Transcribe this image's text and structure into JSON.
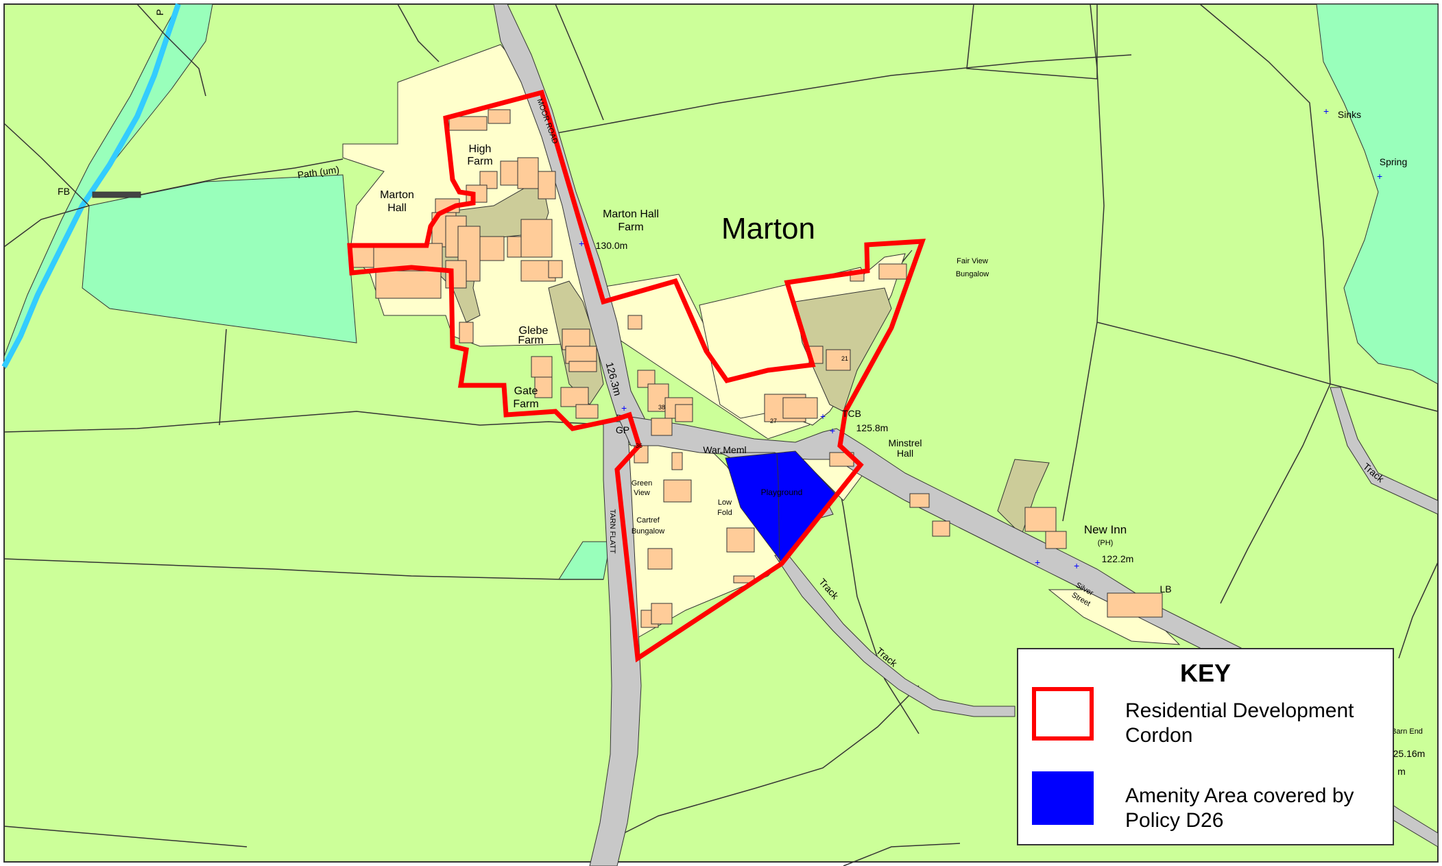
{
  "map": {
    "village_name": "Marton",
    "colors": {
      "field": "#ccff99",
      "woodland": "#99ffbb",
      "property": "#ffffcc",
      "building": "#ffcc99",
      "road": "#c8c8c8",
      "yard": "#cccc99",
      "river": "#33ccff",
      "cordon": "#ff0000",
      "amenity": "#0000ff"
    },
    "labels": {
      "high_farm": "High Farm",
      "marton_hall": "Marton Hall",
      "marton_hall_farm": "Marton Hall Farm",
      "glebe_farm": "Glebe Farm",
      "gate_farm": "Gate Farm",
      "fair_view_bungalow": "Fair View Bungalow",
      "minstrel_hall": "Minstrel Hall",
      "new_inn": "New Inn",
      "ph": "(PH)",
      "green_view": "Green View",
      "low_fold": "Low Fold",
      "cartref_bungalow": "Cartref Bungalow",
      "playground": "Playground",
      "war_meml": "War Meml",
      "tcb": "TCB",
      "gp": "GP",
      "lb": "LB",
      "fb": "FB",
      "path_um": "Path (um)",
      "moor_road": "MOOR ROAD",
      "tarn_flatt": "TARN FLATT",
      "silver_street": "Silver Street",
      "sinks": "Sinks",
      "spring": "Spring",
      "track": "Track",
      "spot_130": "130.0m",
      "spot_126": "126.3m",
      "spot_125": "125.8m",
      "spot_122": "122.2m",
      "spot_25": "25.16m",
      "barn_end": "Barn End",
      "m_fragment": "m",
      "p_fragment": "P",
      "house_38": "38",
      "house_27": "27",
      "house_21": "21",
      "house_36": "36"
    }
  },
  "key": {
    "title": "KEY",
    "items": [
      {
        "label": "Residential Development Cordon",
        "color": "#ff0000"
      },
      {
        "label": "Amenity Area covered by Policy D26",
        "color": "#0000ff"
      }
    ]
  }
}
